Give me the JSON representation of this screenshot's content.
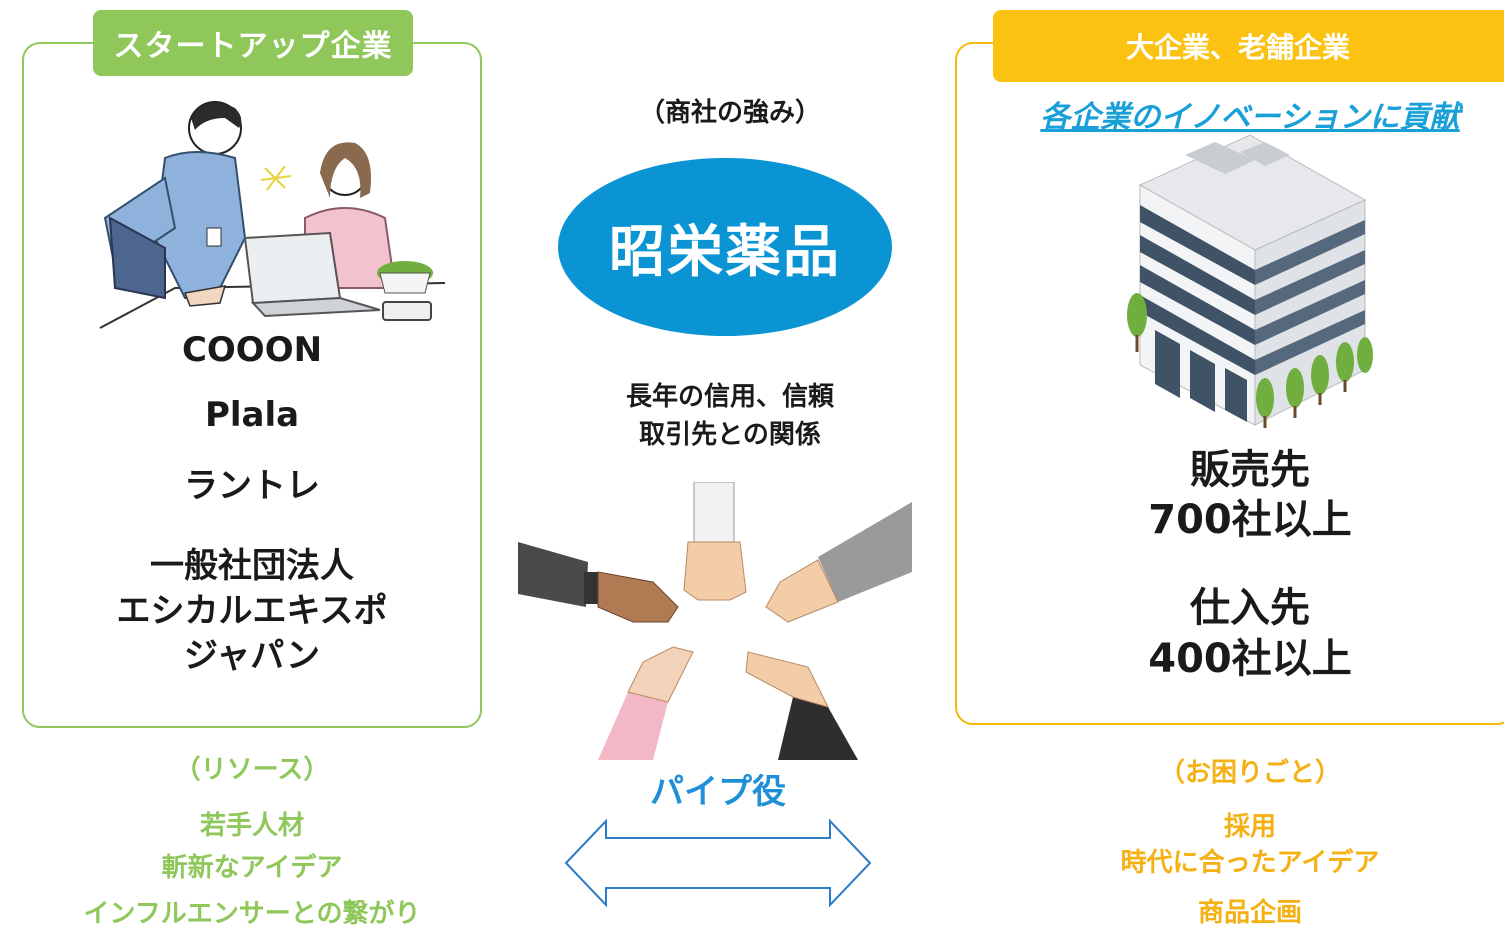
{
  "startup": {
    "tag": "スタートアップ企業",
    "companies": [
      "COOON",
      "Plala",
      "ラントレ"
    ],
    "org_lines": [
      "一般社団法人",
      "エシカルエキスポ",
      "ジャパン"
    ],
    "resources_title": "（リソース）",
    "resources": [
      "若手人材",
      "斬新なアイデア",
      "インフルエンサーとの繋がり"
    ]
  },
  "center": {
    "caption": "（商社の強み）",
    "company": "昭栄薬品",
    "strengths": [
      "長年の信用、信頼",
      "取引先との関係"
    ],
    "pipe_label": "パイプ役"
  },
  "enterprise": {
    "tag": "大企業、老舗企業",
    "contribution": "各企業のイノベーションに貢献",
    "sales_label": "販売先",
    "sales_count": "700社以上",
    "supplier_label": "仕入先",
    "supplier_count": "400社以上",
    "problems_title": "（お困りごと）",
    "problems": [
      "採用",
      "時代に合ったアイデア",
      "商品企画"
    ]
  },
  "colors": {
    "startup_green": "#8fc75a",
    "enterprise_yellow": "#fcc211",
    "company_blue": "#0b94d4",
    "arrow_blue": "#1f8fd8"
  }
}
